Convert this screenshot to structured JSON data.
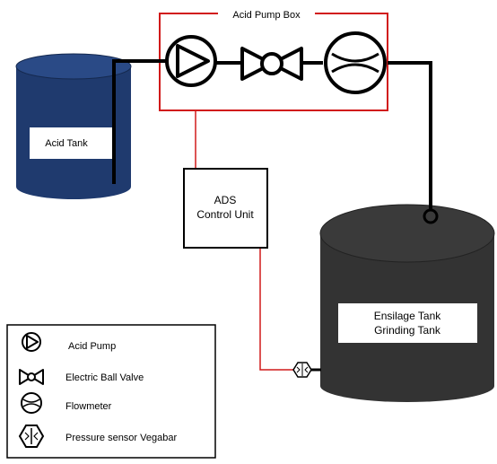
{
  "pump_box": {
    "label": "Acid Pump Box"
  },
  "acid_tank": {
    "label": "Acid Tank"
  },
  "control_unit": {
    "line1": "ADS",
    "line2": "Control Unit"
  },
  "ensilage_tank": {
    "line1": "Ensilage Tank",
    "line2": "Grinding Tank"
  },
  "legend": {
    "items": [
      {
        "icon": "acid-pump-icon",
        "label": "Acid Pump"
      },
      {
        "icon": "electric-ball-valve-icon",
        "label": "Electric Ball Valve"
      },
      {
        "icon": "flowmeter-icon",
        "label": "Flowmeter"
      },
      {
        "icon": "pressure-sensor-icon",
        "label": "Pressure sensor Vegabar"
      }
    ]
  },
  "colors": {
    "acid_tank_fill": "#1f3a6e",
    "ensilage_tank_fill": "#333333",
    "signal_line": "#d11a1a",
    "pipe": "#000000"
  }
}
